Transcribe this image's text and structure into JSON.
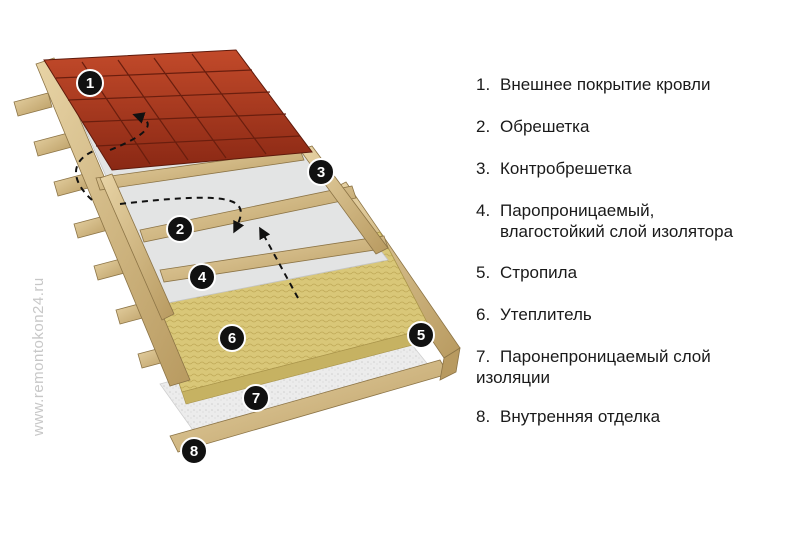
{
  "watermark": "www.remontokon24.ru",
  "legend": [
    {
      "num": "1.",
      "text": "Внешнее покрытие кровли"
    },
    {
      "num": "2.",
      "text": "Обрешетка"
    },
    {
      "num": "3.",
      "text": "Контробрешетка"
    },
    {
      "num": "4.",
      "text": "Паропроницаемый,",
      "text2": "влагостойкий слой изолятора"
    },
    {
      "num": "5.",
      "text": "Стропила"
    },
    {
      "num": "6.",
      "text": "Утеплитель"
    },
    {
      "num": "7.",
      "text": "Паронепроницаемый слой",
      "text2": "изоляции"
    },
    {
      "num": "8.",
      "text": "Внутренняя отделка"
    }
  ],
  "badges": [
    "1",
    "2",
    "3",
    "4",
    "5",
    "6",
    "7",
    "8"
  ],
  "colors": {
    "tile": "#a8331c",
    "wood": "#d8bf8a",
    "membrane": "#e3e4e4",
    "insulation": "#d9c778",
    "vapor_barrier": "#eeeeee",
    "badge": "#111111"
  }
}
